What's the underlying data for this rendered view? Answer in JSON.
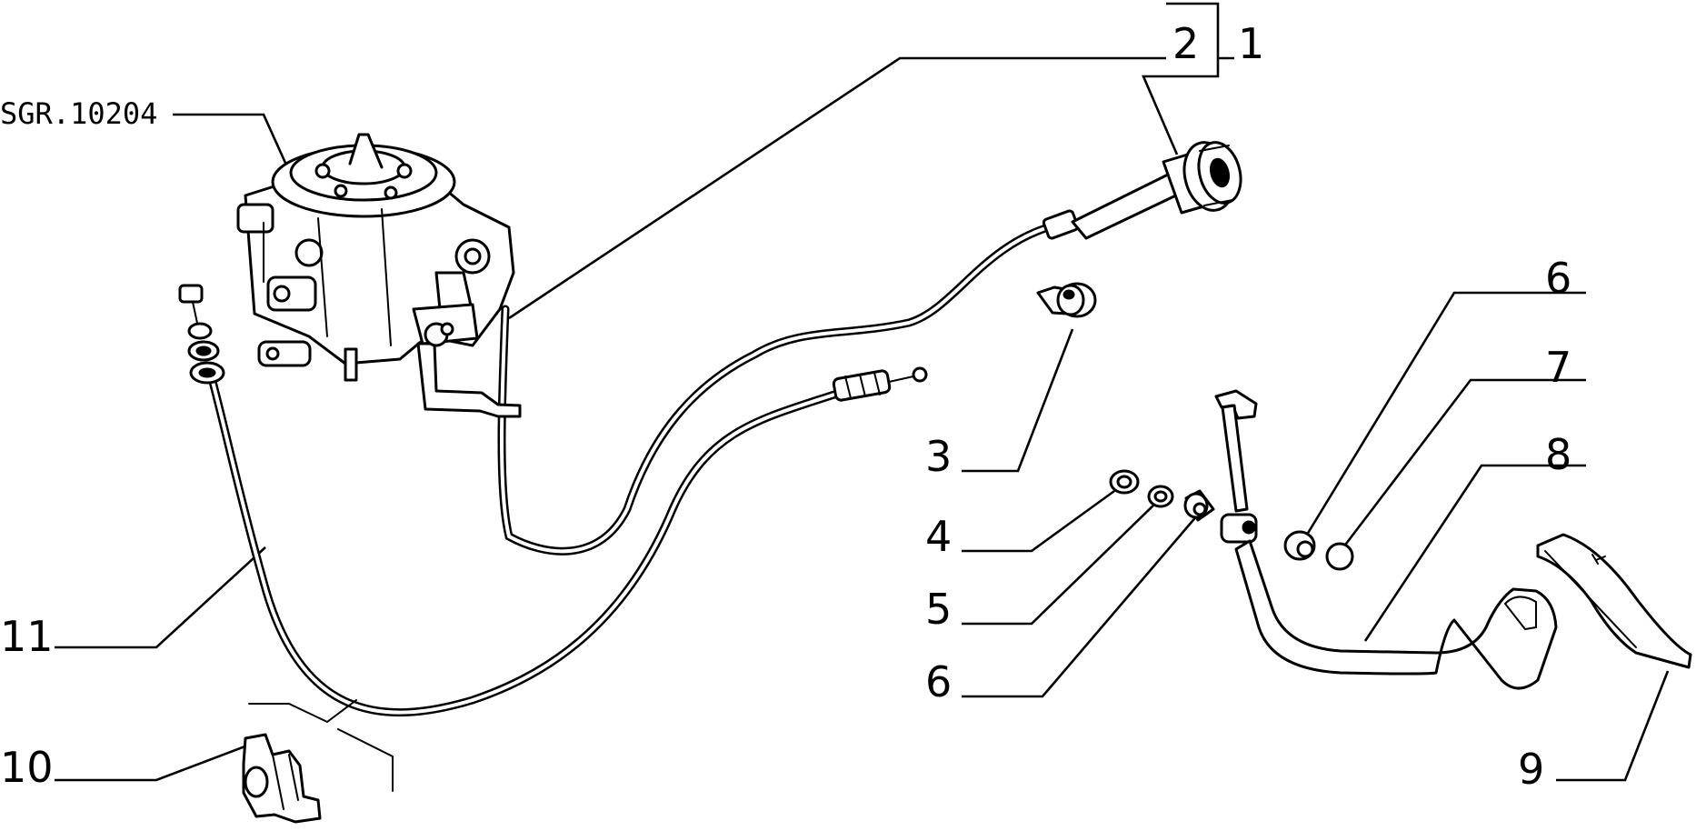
{
  "diagram": {
    "reference": "SGR.10204",
    "callouts": [
      {
        "id": "c1",
        "text": "1"
      },
      {
        "id": "c2",
        "text": "2"
      },
      {
        "id": "c3",
        "text": "3"
      },
      {
        "id": "c4",
        "text": "4"
      },
      {
        "id": "c5",
        "text": "5"
      },
      {
        "id": "c6a",
        "text": "6"
      },
      {
        "id": "c6b",
        "text": "6"
      },
      {
        "id": "c7",
        "text": "7"
      },
      {
        "id": "c8",
        "text": "8"
      },
      {
        "id": "c9",
        "text": "9"
      },
      {
        "id": "c10",
        "text": "10"
      },
      {
        "id": "c11",
        "text": "11"
      }
    ]
  }
}
